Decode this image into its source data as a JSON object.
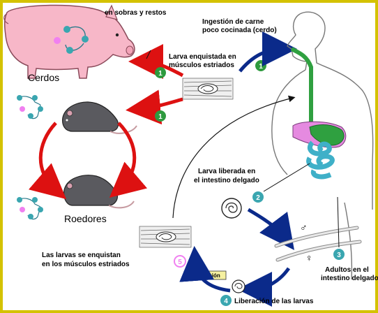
{
  "labels": {
    "top_snippet": "en sobras y restos",
    "ingestion_l1": "Ingestión de carne",
    "ingestion_l2": "poco cocinada (cerdo)",
    "larva_enq_l1": "Larva enquistada en",
    "larva_enq_l2": "músculos estriados",
    "cerdos": "Cerdos",
    "roedores": "Roedores",
    "larva_lib_l1": "Larva liberada en",
    "larva_lib_l2": "el intestino delgado",
    "enquistan_l1": "Las larvas se enquistan",
    "enquistan_l2": "en los músculos estriados",
    "circulacion": "Circulación",
    "liberacion": "Liberación de las larvas",
    "adultos_l1": "Adultos en el",
    "adultos_l2": "intestino delgado"
  },
  "steps": {
    "s1": "1",
    "s2": "2",
    "s3": "3",
    "s4": "4",
    "s5": "5"
  },
  "symbols": {
    "male": "♂",
    "female": "♀"
  },
  "colors": {
    "frame": "#d4c200",
    "red_arrow": "#dd1111",
    "blue_arrow": "#0b2a8a",
    "green_step": "#2e9a3e",
    "teal_step": "#3aa6b0",
    "pink_step": "#f080f0",
    "pig": "#f7b7c8",
    "gut_green": "#2fa040",
    "intestine": "#3fb0c8",
    "stomach_pink": "#e58ae0"
  }
}
